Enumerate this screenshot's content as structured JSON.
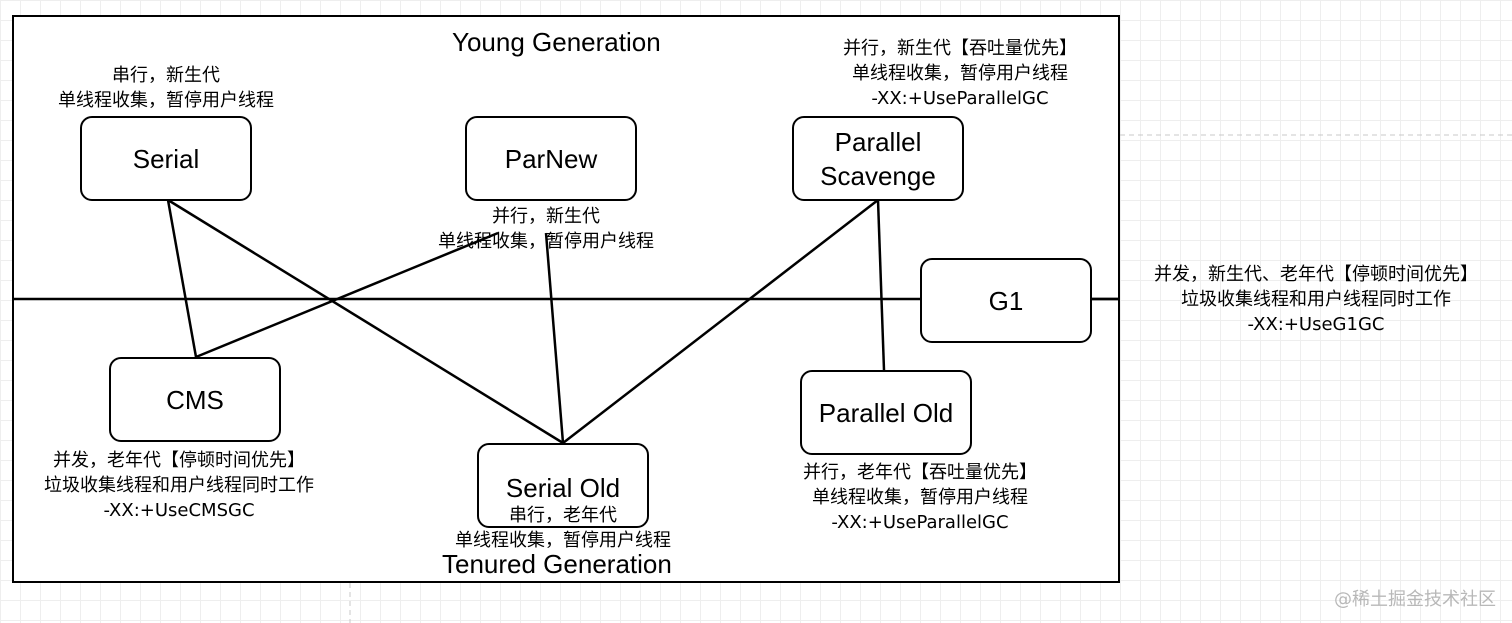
{
  "regions": {
    "young": "Young Generation",
    "tenured": "Tenured Generation"
  },
  "nodes": {
    "serial": "Serial",
    "parnew": "ParNew",
    "parallel_scavenge_line1": "Parallel",
    "parallel_scavenge_line2": "Scavenge",
    "cms": "CMS",
    "serial_old": "Serial Old",
    "parallel_old": "Parallel Old",
    "g1": "G1"
  },
  "notes": {
    "serial": [
      "串行，新生代",
      "单线程收集，暂停用户线程"
    ],
    "parnew": [
      "并行，新生代",
      "单线程收集，暂停用户线程"
    ],
    "parallel_scavenge": [
      "并行，新生代【吞吐量优先】",
      "单线程收集，暂停用户线程",
      "-XX:+UseParallelGC"
    ],
    "g1": [
      "并发，新生代、老年代【停顿时间优先】",
      "垃圾收集线程和用户线程同时工作",
      "-XX:+UseG1GC"
    ],
    "cms": [
      "并发，老年代【停顿时间优先】",
      "垃圾收集线程和用户线程同时工作",
      "-XX:+UseCMSGC"
    ],
    "serial_old": [
      "串行，老年代",
      "单线程收集，暂停用户线程"
    ],
    "parallel_old": [
      "并行，老年代【吞吐量优先】",
      "单线程收集，暂停用户线程",
      "-XX:+UseParallelGC"
    ]
  },
  "watermark": "@稀土掘金技术社区"
}
